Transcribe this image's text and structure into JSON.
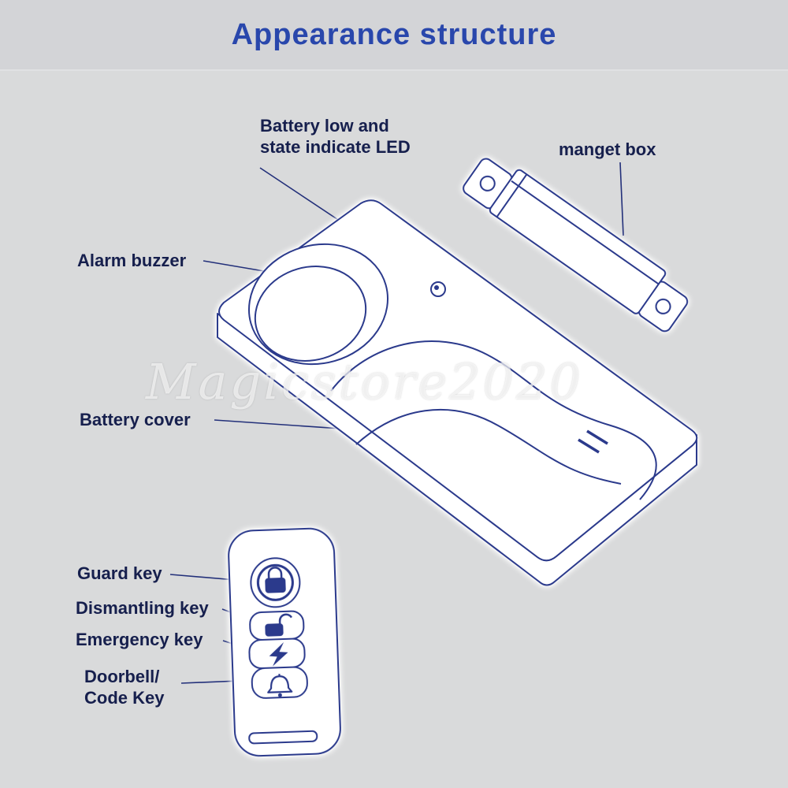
{
  "page": {
    "title": "Appearance structure",
    "watermark": "Magicstore2020",
    "accent_color": "#2b3a8c",
    "title_color": "#2947ac",
    "background_color": "#d9dadb"
  },
  "labels": {
    "battery_led": "Battery low and\nstate indicate LED",
    "magnet_box": "manget box",
    "alarm_buzzer": "Alarm buzzer",
    "battery_cover": "Battery cover",
    "guard_key": "Guard key",
    "dismantling_key": "Dismantling key",
    "emergency_key": "Emergency key",
    "doorbell_code_key": "Doorbell/\nCode Key"
  }
}
